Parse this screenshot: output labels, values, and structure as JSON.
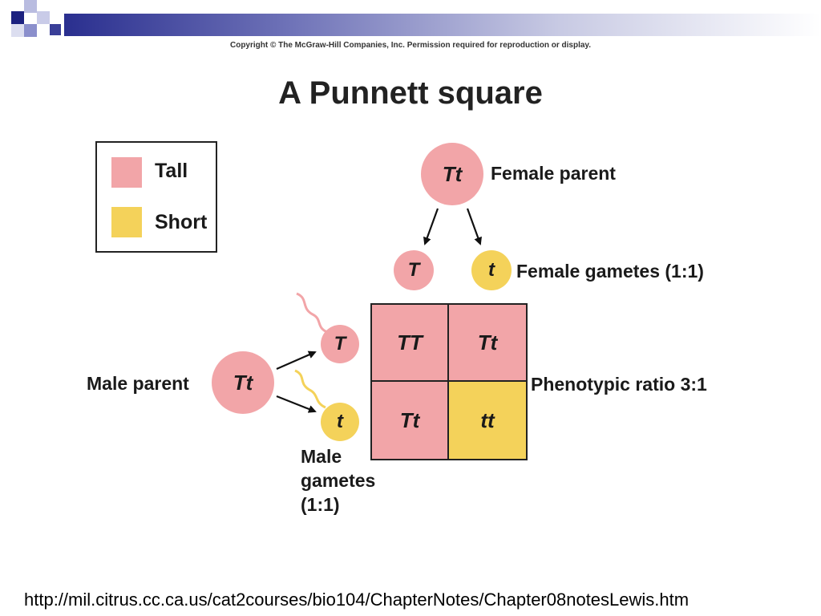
{
  "copyright": "Copyright © The McGraw-Hill Companies, Inc. Permission required for reproduction or display.",
  "title": "A Punnett square",
  "legend": {
    "tall": {
      "label": "Tall",
      "color": "#f2a5a8"
    },
    "short": {
      "label": "Short",
      "color": "#f4d25a"
    }
  },
  "female_parent": {
    "genotype": "Tt",
    "label": "Female parent"
  },
  "female_gametes": {
    "allele1": "T",
    "allele2": "t",
    "label": "Female gametes (1:1)"
  },
  "male_parent": {
    "genotype": "Tt",
    "label": "Male parent"
  },
  "male_gametes": {
    "allele1": "T",
    "allele2": "t",
    "line1": "Male",
    "line2": "gametes",
    "line3": "(1:1)"
  },
  "punnett": {
    "cells": [
      {
        "genotype": "TT",
        "phenotype": "Tall"
      },
      {
        "genotype": "Tt",
        "phenotype": "Tall"
      },
      {
        "genotype": "Tt",
        "phenotype": "Tall"
      },
      {
        "genotype": "tt",
        "phenotype": "Short"
      }
    ]
  },
  "phenotypic_ratio": "Phenotypic ratio 3:1",
  "footer_url": "http://mil.citrus.cc.ca.us/cat2courses/bio104/ChapterNotes/Chapter08notesLewis.htm"
}
